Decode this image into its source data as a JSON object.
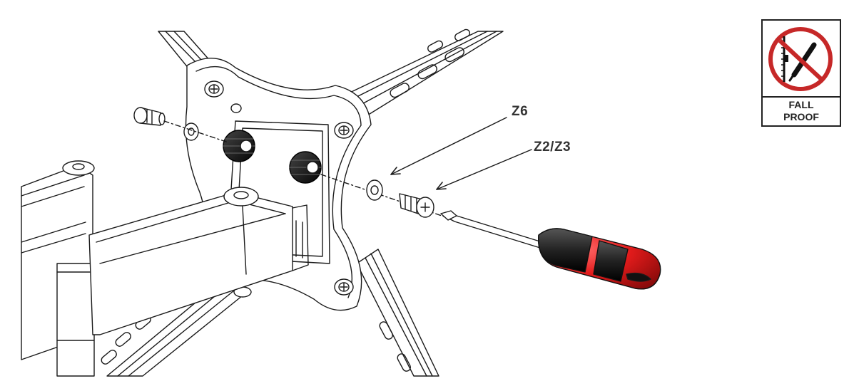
{
  "callouts": {
    "washer_label": "Z6",
    "screw_label": "Z2/Z3"
  },
  "badge": {
    "line1": "FALL",
    "line2": "PROOF",
    "icon": "no-tool-prohibition-icon"
  },
  "colors": {
    "line": "#1a1a1a",
    "prohibition_red": "#c62828",
    "driver_handle_red": "#d8111b",
    "driver_handle_black": "#222222"
  }
}
